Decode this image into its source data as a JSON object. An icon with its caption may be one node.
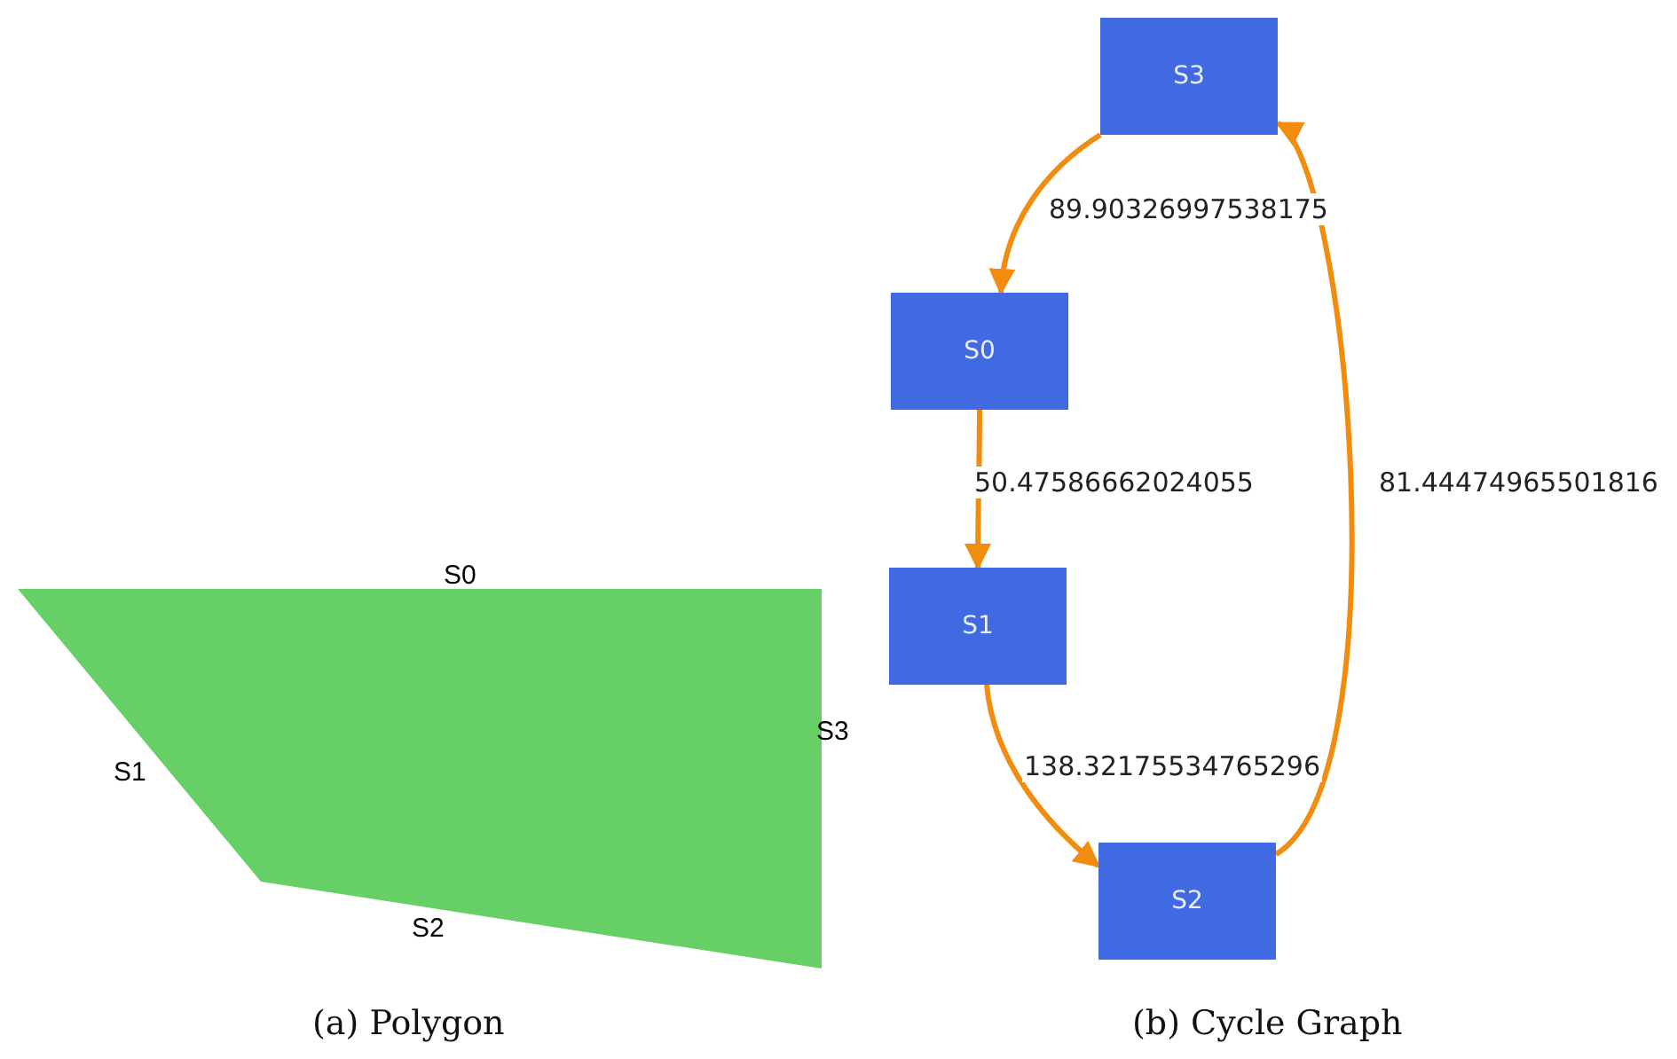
{
  "diagram": {
    "nodes": [
      {
        "text": [
          "S3"
        ]
      },
      {
        "text": [
          "S0"
        ]
      },
      {
        "text": [
          "S1"
        ]
      },
      {
        "text": [
          "S2"
        ]
      }
    ],
    "edges": [
      {
        "from": 0,
        "to": 1,
        "arrow": "to",
        "label": "89.90326997538175"
      },
      {
        "from": 1,
        "to": 2,
        "arrow": "to",
        "label": "50.47586662024055"
      },
      {
        "from": 2,
        "to": 3,
        "arrow": "to",
        "label": "138.32175534765296"
      },
      {
        "from": 3,
        "to": 0,
        "arrow": "to",
        "label": "81.44474965501816"
      }
    ],
    "labels": [
      "S0",
      "S3",
      "S1",
      "S2",
      "(a) Polygon",
      "(b) Cycle Graph"
    ]
  }
}
